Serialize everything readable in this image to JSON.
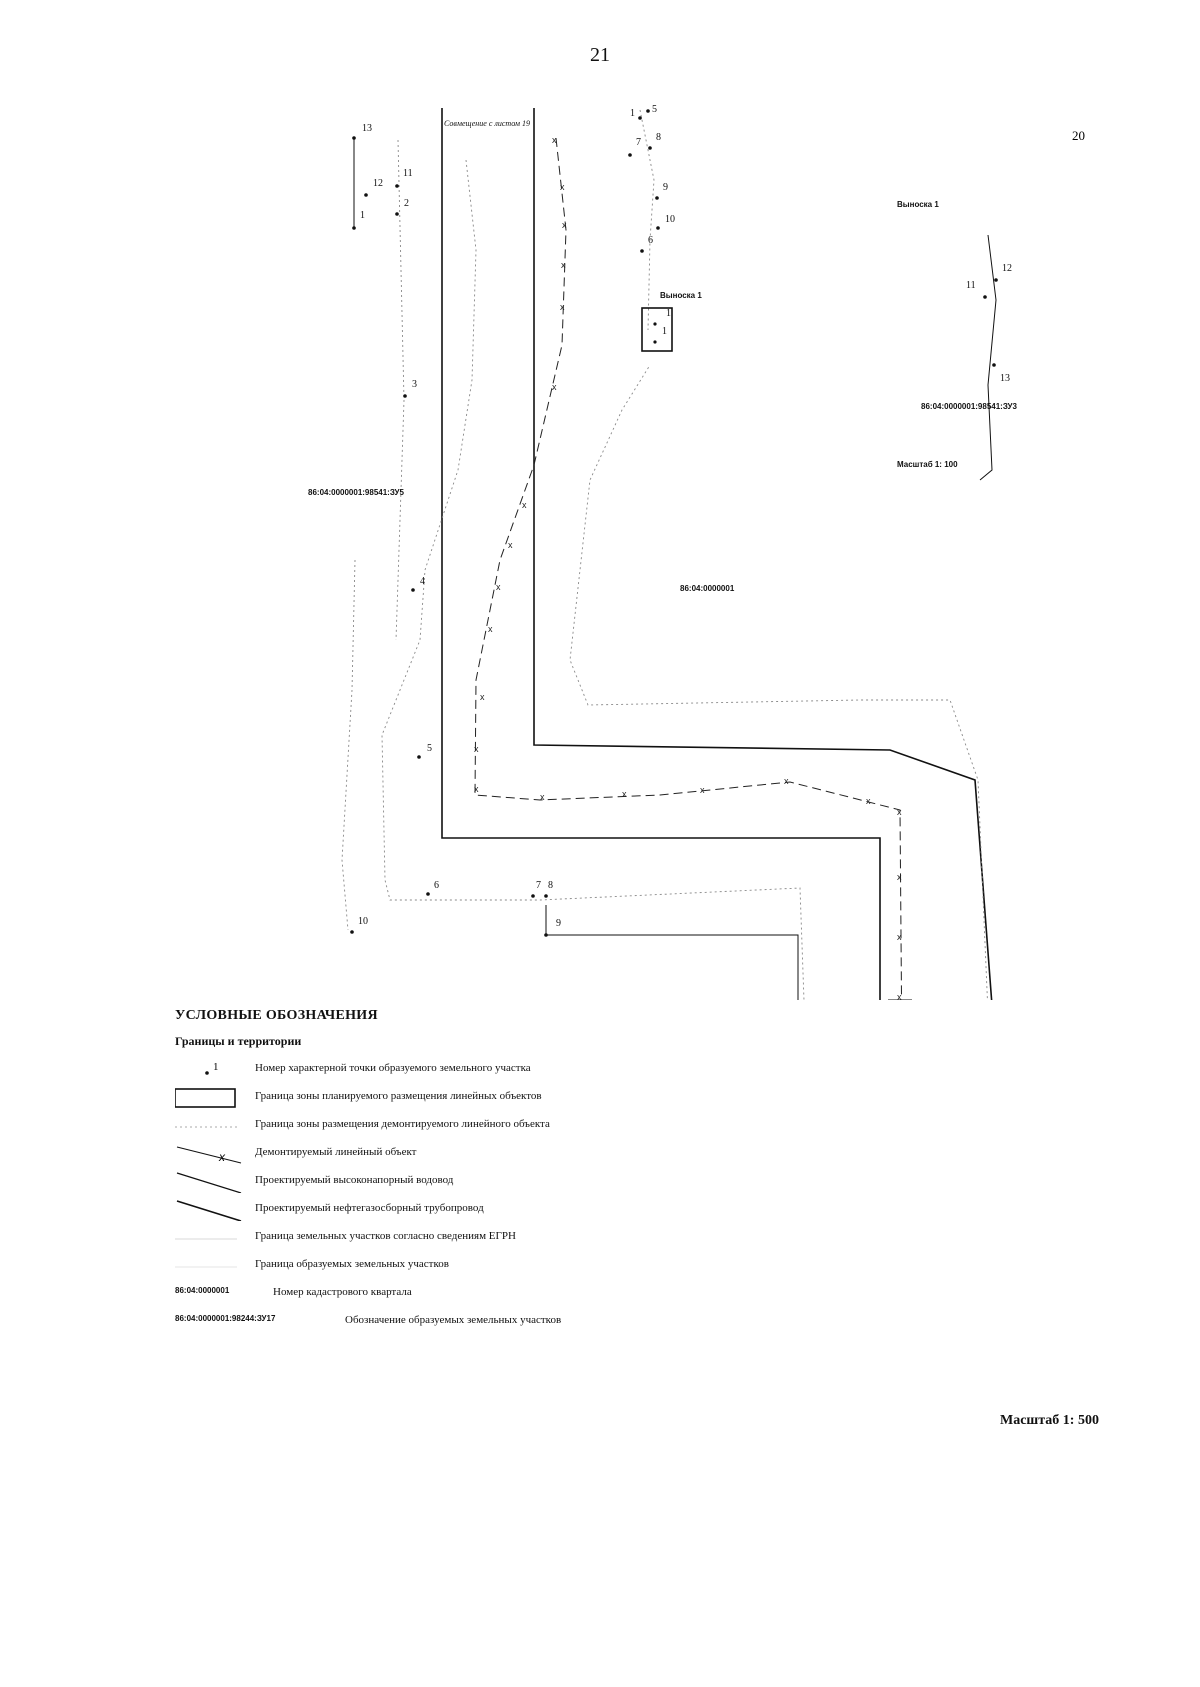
{
  "page_number": "21",
  "sheet_number": "20",
  "map": {
    "callout_label": "Выноска 1",
    "inset_title": "Выноска 1",
    "combine_note": "Совмещение с листом 19",
    "parcel_zu5": "86:04:0000001:98541:ЗУ5",
    "parcel_zu3": "86:04:0000001:98541:ЗУ3",
    "block_label": "86:04:0000001",
    "inset_scale": "Масштаб 1: 100",
    "points_left": [
      "13",
      "12",
      "11",
      "1",
      "2",
      "3",
      "4",
      "5",
      "6",
      "10"
    ],
    "points_top": [
      "1",
      "5",
      "7",
      "8",
      "9",
      "10",
      "6"
    ],
    "points_bottom": [
      "7",
      "8",
      "9"
    ],
    "points_inset": [
      "12",
      "11",
      "13"
    ],
    "callout_box_numbers": [
      "1",
      "1"
    ]
  },
  "legend": {
    "title": "УСЛОВНЫЕ ОБОЗНАЧЕНИЯ",
    "subtitle": "Границы и территории",
    "point_symbol": "1",
    "cross_symbol": "x",
    "items": [
      {
        "text": "Номер характерной точки образуемого земельного участка"
      },
      {
        "text": "Граница зоны планируемого размещения линейных объектов"
      },
      {
        "text": "Граница зоны размещения демонтируемого линейного объекта"
      },
      {
        "text": "Демонтируемый линейный объект"
      },
      {
        "text": "Проектируемый высоконапорный водовод"
      },
      {
        "text": "Проектируемый нефтегазосборный трубопровод"
      },
      {
        "text": "Граница земельных участков согласно сведениям ЕГРН"
      },
      {
        "text": "Граница образуемых земельных участков"
      },
      {
        "code": "86:04:0000001",
        "text": "Номер кадастрового квартала"
      },
      {
        "code": "86:04:0000001:98244:ЗУ17",
        "text": "Обозначение образуемых земельных участков"
      }
    ]
  },
  "scale": "Масштаб 1: 500"
}
